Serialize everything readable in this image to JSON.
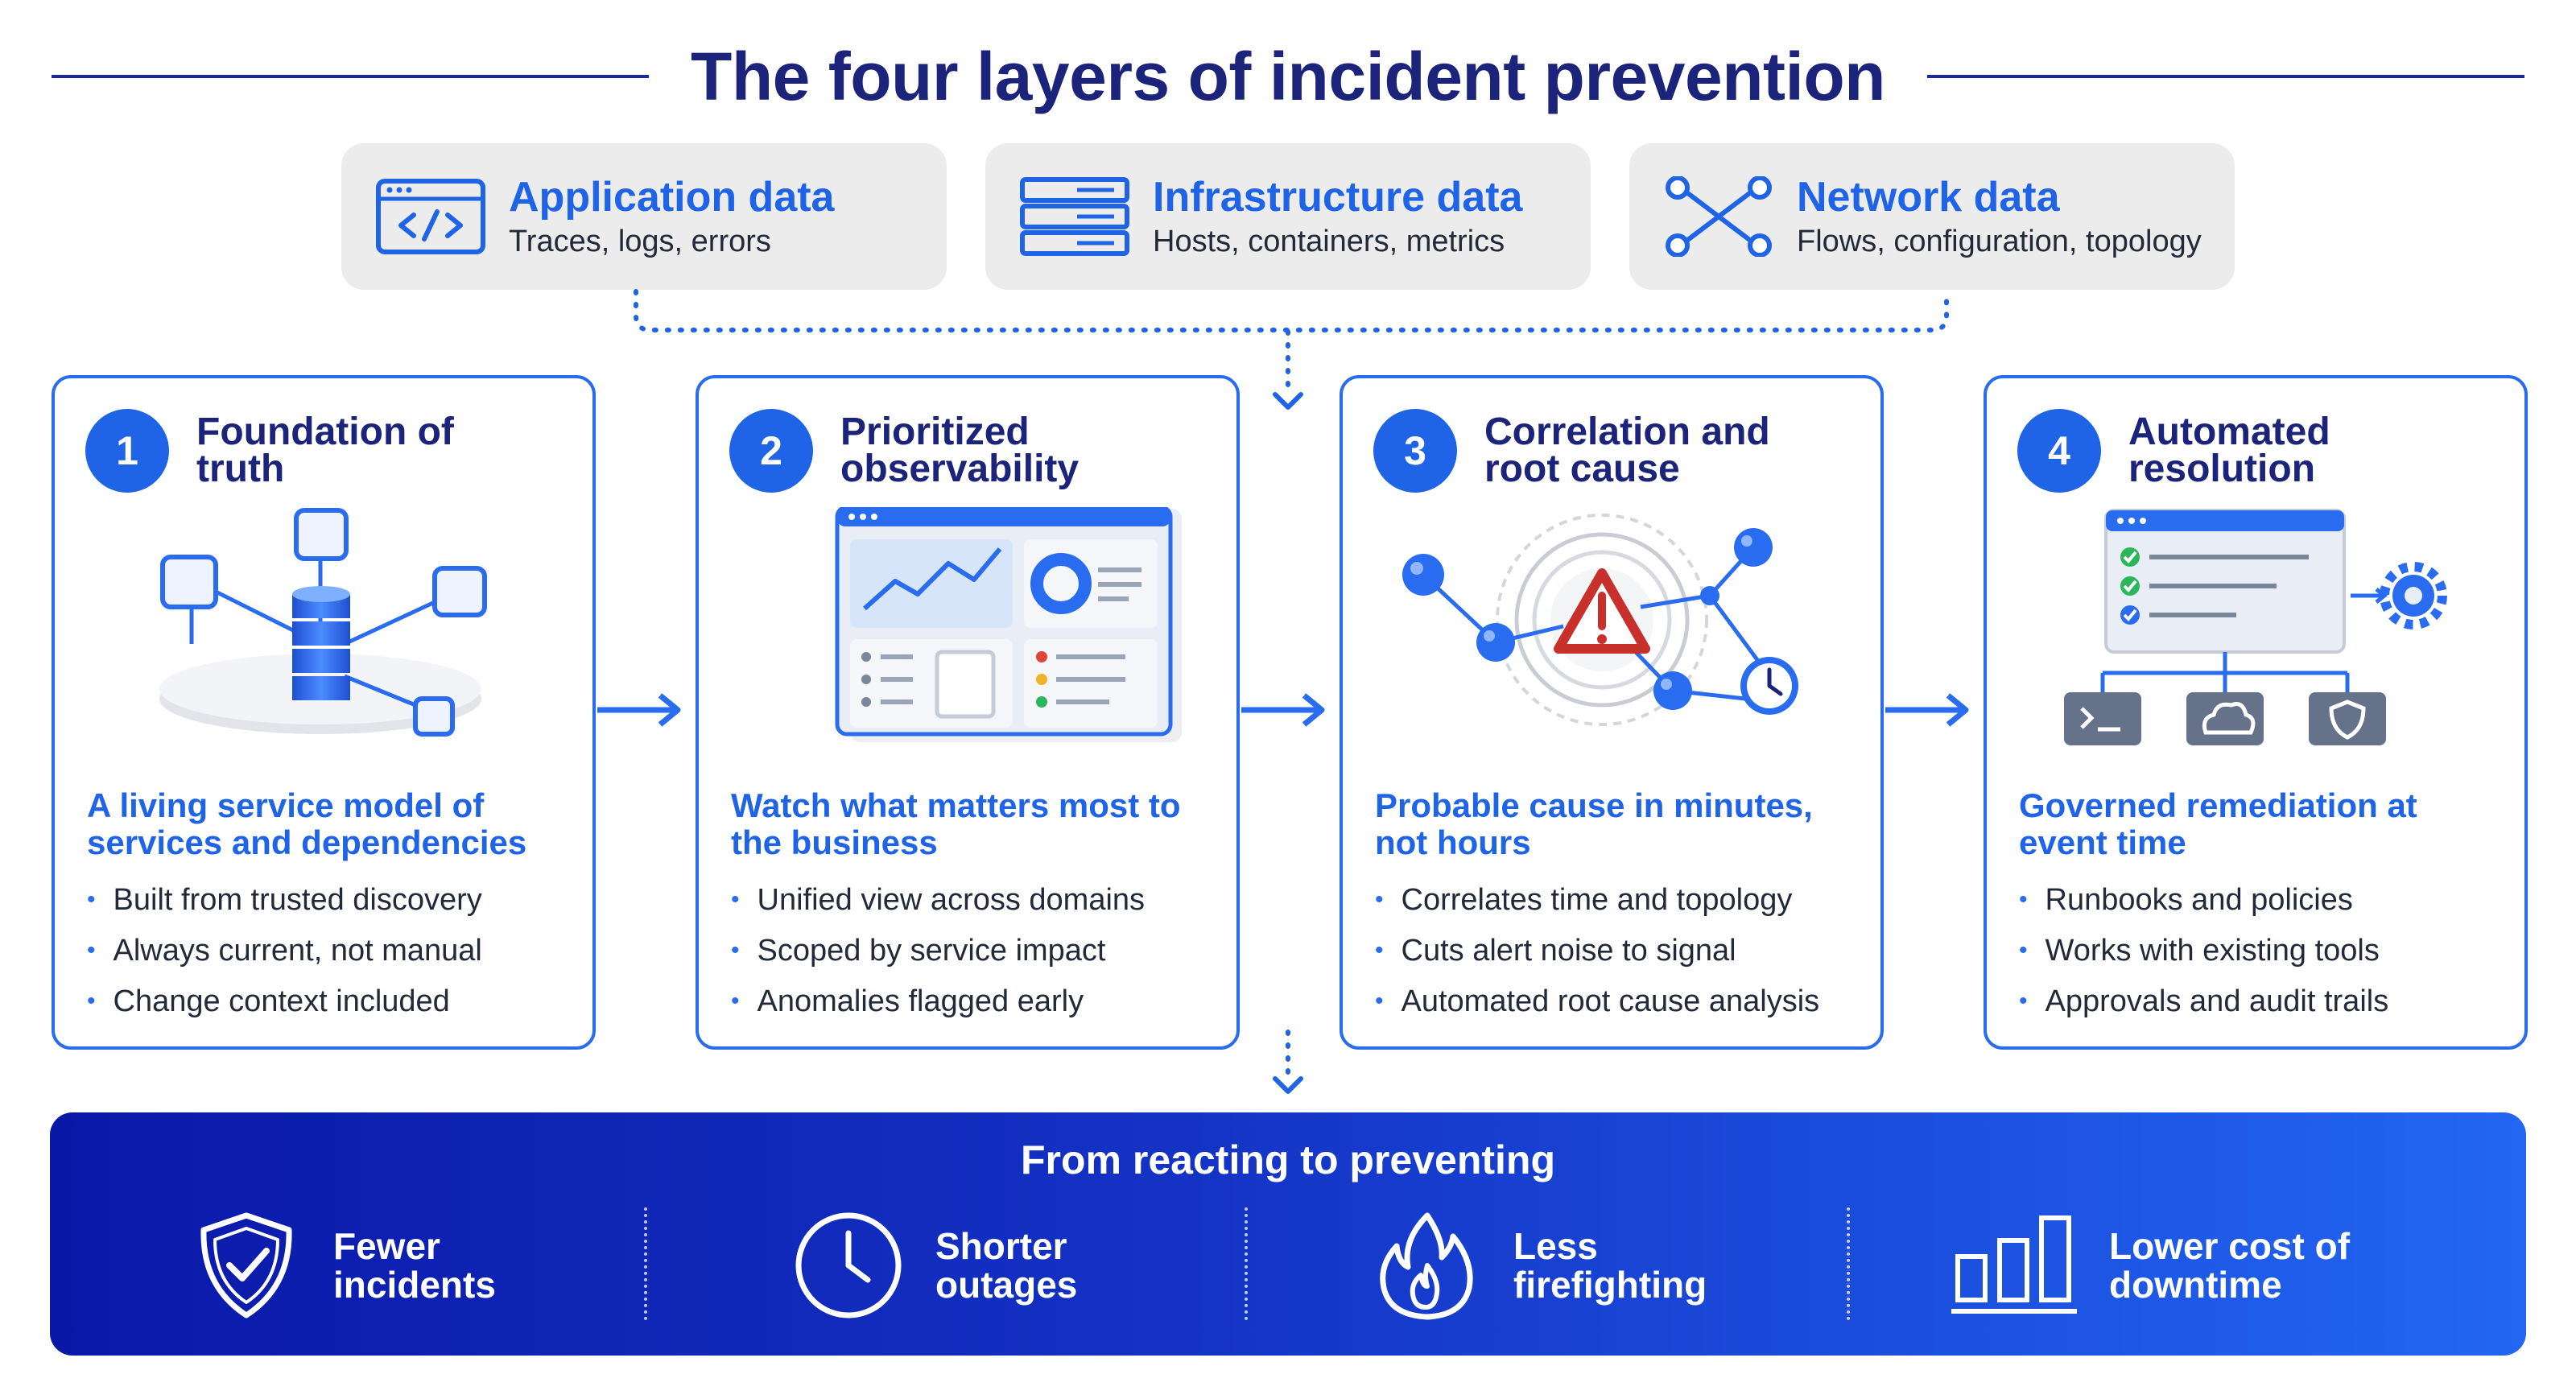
{
  "title": "The four layers of incident prevention",
  "sources": [
    {
      "title": "Application data",
      "subtitle": "Traces, logs, errors",
      "icon": "code-window-icon"
    },
    {
      "title": "Infrastructure data",
      "subtitle": "Hosts, containers, metrics",
      "icon": "server-rack-icon"
    },
    {
      "title": "Network data",
      "subtitle": "Flows, configuration, topology",
      "icon": "network-nodes-icon"
    }
  ],
  "layers": [
    {
      "number": "1",
      "title": "Foundation of truth",
      "headline": "A living service model of services and dependencies",
      "bullets": [
        "Built from trusted discovery",
        "Always current, not manual",
        "Change context included"
      ],
      "icon": "database-graph-icon"
    },
    {
      "number": "2",
      "title": "Prioritized observability",
      "headline": "Watch what matters most to the business",
      "bullets": [
        "Unified view across domains",
        "Scoped by service impact",
        "Anomalies flagged early"
      ],
      "icon": "dashboard-icon"
    },
    {
      "number": "3",
      "title": "Correlation and root cause",
      "headline": "Probable cause in minutes, not hours",
      "bullets": [
        "Correlates time and topology",
        "Cuts alert noise to signal",
        "Automated root cause analysis"
      ],
      "icon": "warning-correlation-icon"
    },
    {
      "number": "4",
      "title": "Automated resolution",
      "headline": "Governed remediation at event time",
      "bullets": [
        "Runbooks and policies",
        "Works with existing tools",
        "Approvals and audit trails"
      ],
      "icon": "automation-workflow-icon"
    }
  ],
  "outcome": {
    "title": "From reacting to preventing",
    "items": [
      {
        "label": "Fewer incidents",
        "icon": "shield-check-icon"
      },
      {
        "label": "Shorter outages",
        "icon": "clock-icon"
      },
      {
        "label": "Less firefighting",
        "icon": "flame-icon"
      },
      {
        "label": "Lower cost of downtime",
        "icon": "bar-chart-icon"
      }
    ]
  },
  "colors": {
    "accent": "#1f64e6",
    "navy": "#1c237a",
    "banner_start": "#0a18a8",
    "banner_end": "#2266f2",
    "source_bg": "#ececec"
  }
}
